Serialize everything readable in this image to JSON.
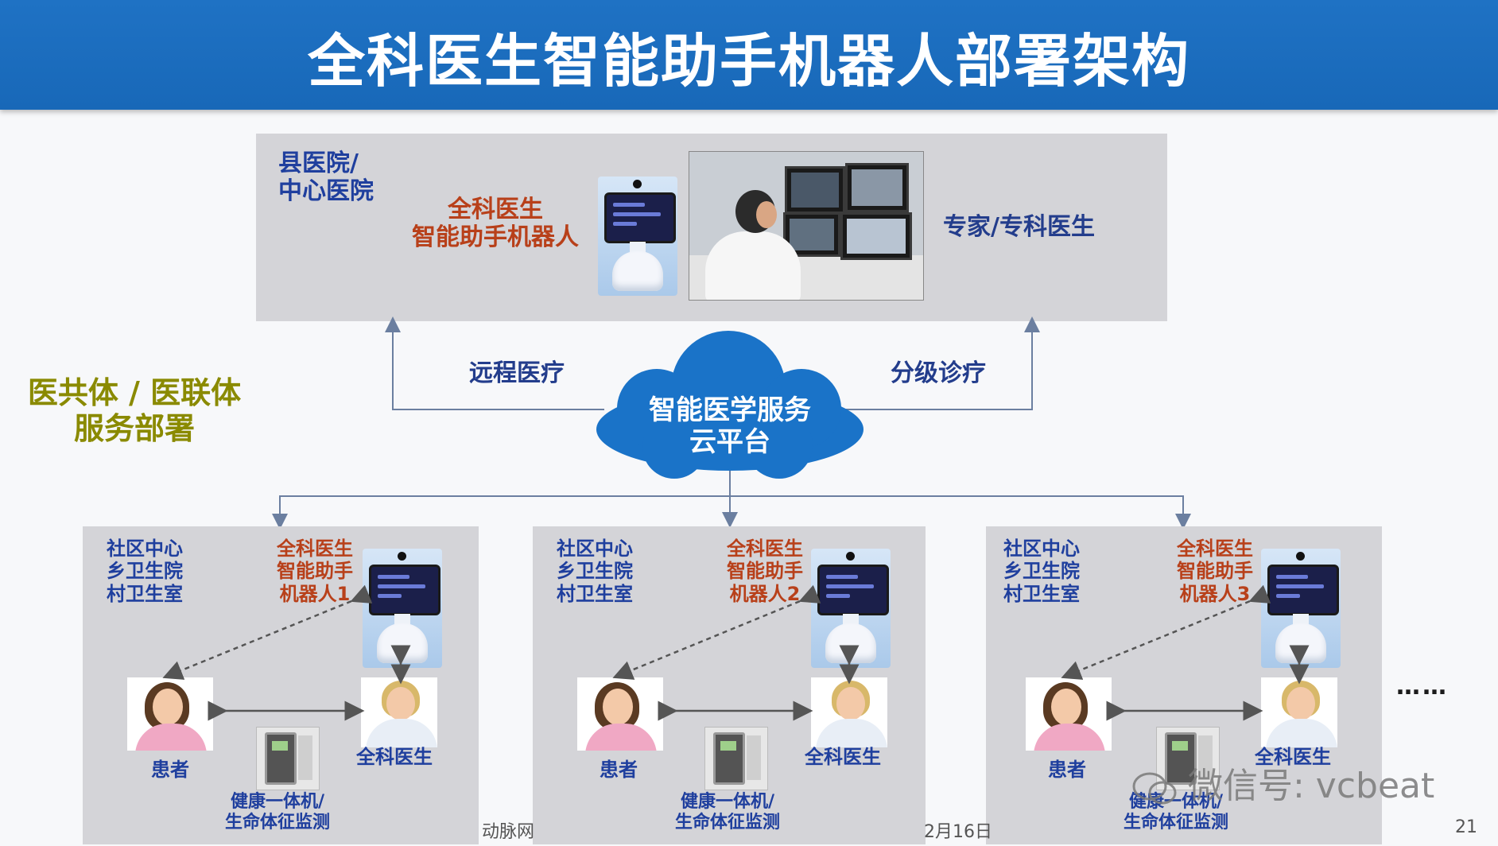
{
  "title": "全科医生智能助手机器人部署架构",
  "top": {
    "hospital": "县医院/\n中心医院",
    "robot": "全科医生\n智能助手机器人",
    "experts": "专家/专科医生"
  },
  "left_label": "医共体 / 医联体\n服务部署",
  "arrows": {
    "left": "远程医疗",
    "right": "分级诊疗"
  },
  "cloud": "智能医学服务\n云平台",
  "units": [
    {
      "site": "社区中心\n乡卫生院\n村卫生室",
      "robot": "全科医生\n智能助手\n机器人1",
      "patient": "患者",
      "doctor": "全科医生",
      "device": "健康一体机/\n生命体征监测"
    },
    {
      "site": "社区中心\n乡卫生院\n村卫生室",
      "robot": "全科医生\n智能助手\n机器人2",
      "patient": "患者",
      "doctor": "全科医生",
      "device": "健康一体机/\n生命体征监测"
    },
    {
      "site": "社区中心\n乡卫生院\n村卫生室",
      "robot": "全科医生\n智能助手\n机器人3",
      "patient": "患者",
      "doctor": "全科医生",
      "device": "健康一体机/\n生命体征监测"
    }
  ],
  "ellipsis": "……",
  "footer": {
    "source": "动脉网",
    "date": "2月16日",
    "page": "21",
    "watermark": "微信号: vcbeat"
  },
  "colors": {
    "header": "#1f72c4",
    "panel": "#d4d4d8",
    "cloud": "#1a73c8",
    "connector": "#6b7fa0",
    "label_blue": "#1f3f9e",
    "label_orange": "#b8401a",
    "label_olive": "#8a8a00"
  }
}
